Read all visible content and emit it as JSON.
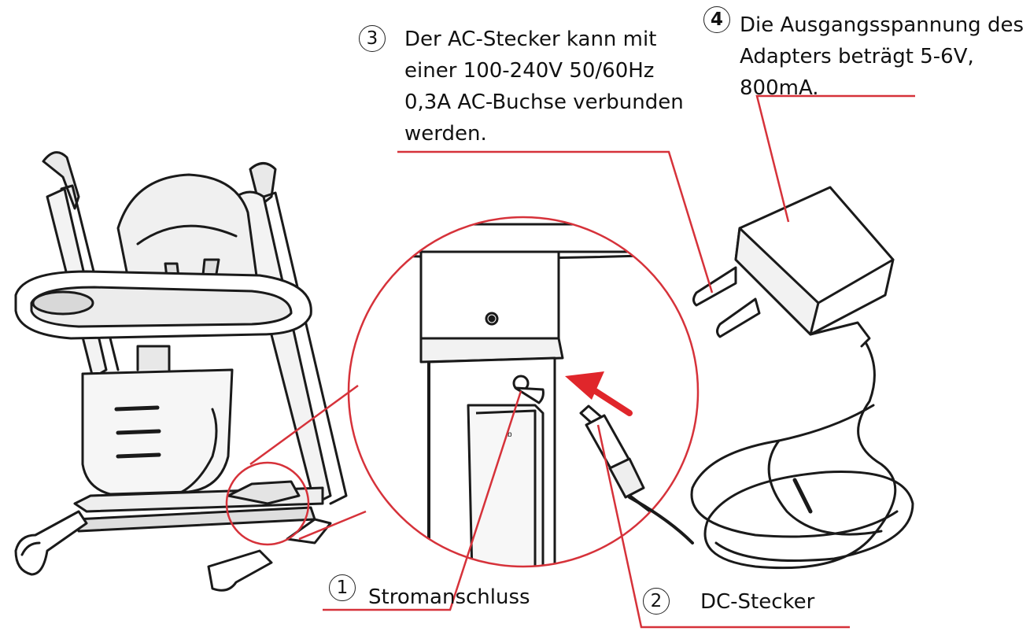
{
  "callouts": [
    {
      "number": "1",
      "text": [
        "Stromanschluss"
      ]
    },
    {
      "number": "2",
      "text": [
        "DC-Stecker"
      ]
    },
    {
      "number": "3",
      "text": [
        "Der AC-Stecker kann mit",
        "einer 100-240V 50/60Hz",
        "0,3A AC-Buchse verbunden",
        "werden."
      ]
    },
    {
      "number": "4",
      "text": [
        "Die Ausgangsspannung des",
        "Adapters beträgt 5-6V,",
        "800mA."
      ]
    }
  ],
  "colors": {
    "leader_line": "#d6323a",
    "arrow": "#e0262b",
    "lineart": "#1a1a1a"
  }
}
